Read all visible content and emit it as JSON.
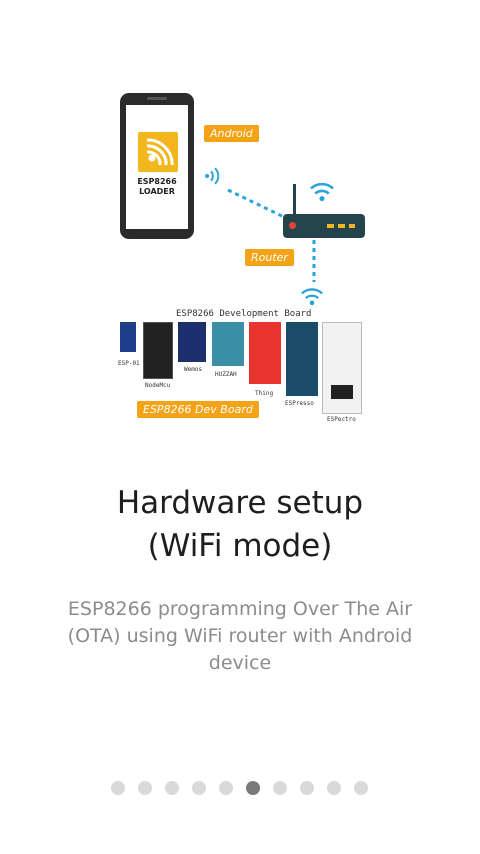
{
  "illustration": {
    "phone_text": "ESP8266\nLOADER",
    "android_tag": "Android",
    "router_tag": "Router",
    "dev_board_title": "ESP8266 Development Board",
    "dev_board_tag": "ESP8266 Dev Board",
    "boards": [
      "ESP-01",
      "NodeMcu",
      "Wemos",
      "HUZZAH",
      "Thing",
      "ESPresso",
      "ESPectro"
    ],
    "colors": {
      "accent": "#f4a316",
      "wifi": "#2aa3d8",
      "router": "#24444b"
    }
  },
  "content": {
    "title": "Hardware setup\n(WiFi mode)",
    "description": "ESP8266 programming Over The Air (OTA) using WiFi router with Android device"
  },
  "pager": {
    "total": 10,
    "active_index": 5
  }
}
